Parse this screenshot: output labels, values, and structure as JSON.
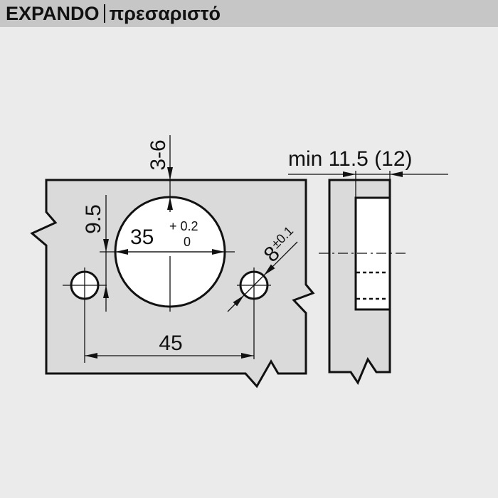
{
  "header": {
    "brand": "EXPANDO",
    "subtitle": "πρεσαριστό"
  },
  "colors": {
    "header_bg": "#c6c6c6",
    "page_bg": "#ebebeb",
    "part_fill": "#dadada",
    "hole_fill": "#ffffff",
    "line": "#111111"
  },
  "front_view": {
    "cup_diameter": "35",
    "cup_tolerance_upper": "+ 0.2",
    "cup_tolerance_lower": "0",
    "edge_distance": "3-6",
    "hole_offset": "9.5",
    "hole_spacing": "45",
    "dowel_diameter": "8",
    "dowel_tolerance": "±0.1"
  },
  "side_view": {
    "depth_label": "min 11.5 (12)"
  }
}
